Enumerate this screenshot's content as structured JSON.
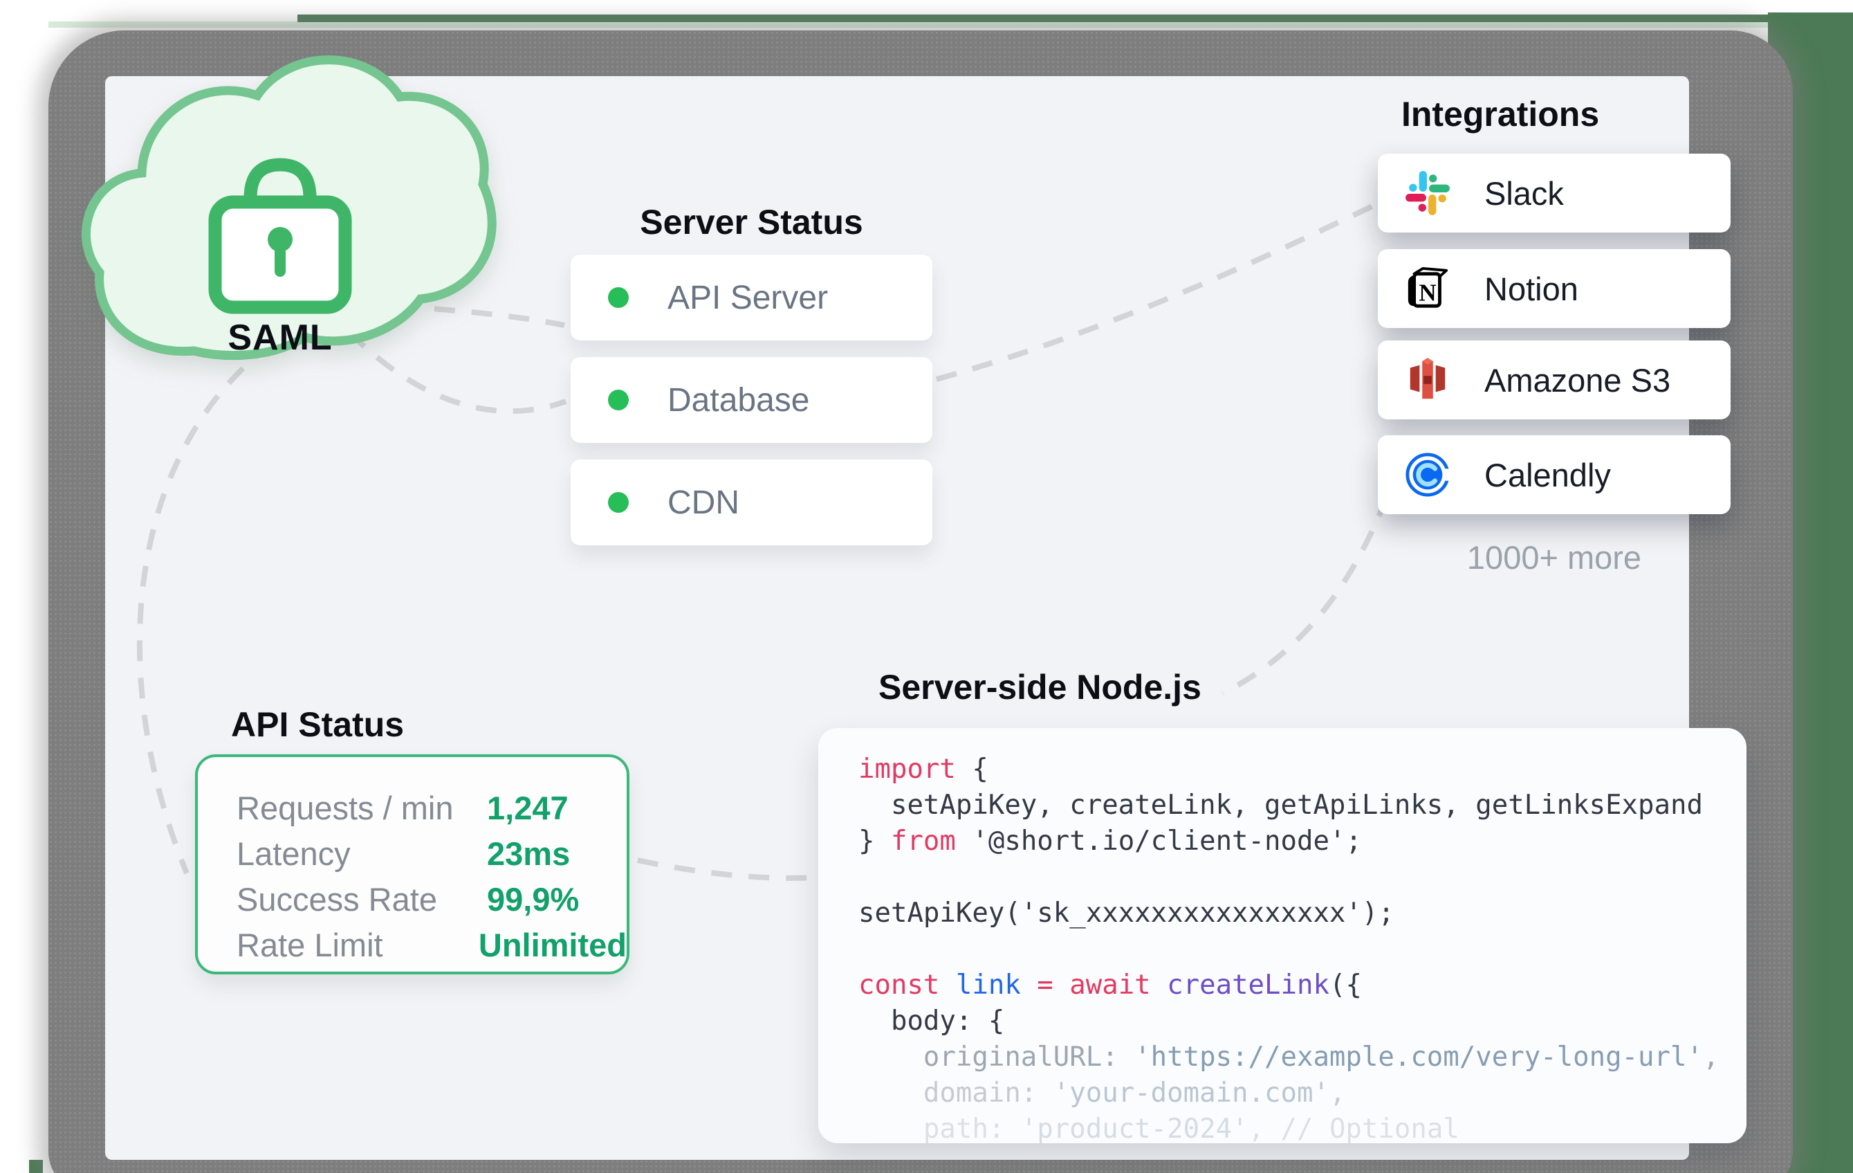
{
  "colors": {
    "page_bg": "#ffffff",
    "hero_green": "#4d7a56",
    "hero_green_light": "#d6ebd8",
    "frame_gray": "#7e7e7e",
    "panel_bg": "#f2f3f6",
    "card_bg": "#ffffff",
    "status_dot": "#27bd58",
    "accent_border": "#3cb77c",
    "value_green": "#12a06b",
    "label_gray": "#858b94",
    "item_gray": "#6a7584",
    "muted_gray": "#9aa2ac",
    "dash_gray": "#d2d4d7",
    "heading": "#0b0e14",
    "code_bg": "#fbfcfe",
    "code_dark": "#333945",
    "code_red": "#e23b63",
    "code_blue": "#2266e8",
    "code_purple": "#6d4ec6",
    "code_gray": "#96a0ab",
    "code_steel": "#7d95ad",
    "cloud_fill": "#e9f7ec",
    "cloud_stroke": "#74c58f",
    "lock_green": "#3fb568"
  },
  "cloud": {
    "label": "SAML",
    "icon": "lock-icon"
  },
  "server_status": {
    "title": "Server Status",
    "items": [
      {
        "label": "API Server",
        "status_icon": "green-dot-icon"
      },
      {
        "label": "Database",
        "status_icon": "green-dot-icon"
      },
      {
        "label": "CDN",
        "status_icon": "green-dot-icon"
      }
    ]
  },
  "integrations": {
    "title": "Integrations",
    "more_label": "1000+ more",
    "items": [
      {
        "label": "Slack",
        "icon": "slack-icon"
      },
      {
        "label": "Notion",
        "icon": "notion-icon"
      },
      {
        "label": "Amazone S3",
        "icon": "amazon-s3-icon"
      },
      {
        "label": "Calendly",
        "icon": "calendly-icon"
      }
    ]
  },
  "api_status": {
    "title": "API Status",
    "rows": [
      {
        "label": "Requests / min",
        "value": "1,247"
      },
      {
        "label": "Latency",
        "value": "23ms"
      },
      {
        "label": "Success Rate",
        "value": "99,9%"
      },
      {
        "label": "Rate Limit",
        "value": "Unlimited"
      }
    ]
  },
  "code_block": {
    "title": "Server-side Node.js",
    "language": "javascript",
    "lines": [
      {
        "tokens": [
          {
            "t": "import ",
            "c": "red"
          },
          {
            "t": "{",
            "c": "dark"
          }
        ]
      },
      {
        "tokens": [
          {
            "t": "  setApiKey, createLink, getApiLinks, getLinksExpand",
            "c": "dark"
          }
        ]
      },
      {
        "tokens": [
          {
            "t": "} ",
            "c": "dark"
          },
          {
            "t": "from ",
            "c": "red"
          },
          {
            "t": "'@short.io/client-node';",
            "c": "dark"
          }
        ]
      },
      {
        "tokens": []
      },
      {
        "tokens": [
          {
            "t": "setApiKey('sk_xxxxxxxxxxxxxxxx');",
            "c": "dark"
          }
        ]
      },
      {
        "tokens": []
      },
      {
        "tokens": [
          {
            "t": "const ",
            "c": "red"
          },
          {
            "t": "link ",
            "c": "blue"
          },
          {
            "t": "= ",
            "c": "red"
          },
          {
            "t": "await ",
            "c": "red"
          },
          {
            "t": "createLink",
            "c": "purple"
          },
          {
            "t": "({",
            "c": "dark"
          }
        ]
      },
      {
        "tokens": [
          {
            "t": "  body: {",
            "c": "dark"
          }
        ]
      },
      {
        "opacity": 0.92,
        "tokens": [
          {
            "t": "    originalURL: ",
            "c": "gray"
          },
          {
            "t": "'https://example.com/very-long-url'",
            "c": "steel"
          },
          {
            "t": ",",
            "c": "gray"
          }
        ]
      },
      {
        "opacity": 0.52,
        "tokens": [
          {
            "t": "    domain: ",
            "c": "gray"
          },
          {
            "t": "'your-domain.com'",
            "c": "steel"
          },
          {
            "t": ",",
            "c": "gray"
          }
        ]
      },
      {
        "opacity": 0.3,
        "tokens": [
          {
            "t": "    path: ",
            "c": "gray"
          },
          {
            "t": "'product-2024'",
            "c": "steel"
          },
          {
            "t": ", // Optional",
            "c": "gray"
          }
        ]
      }
    ]
  }
}
